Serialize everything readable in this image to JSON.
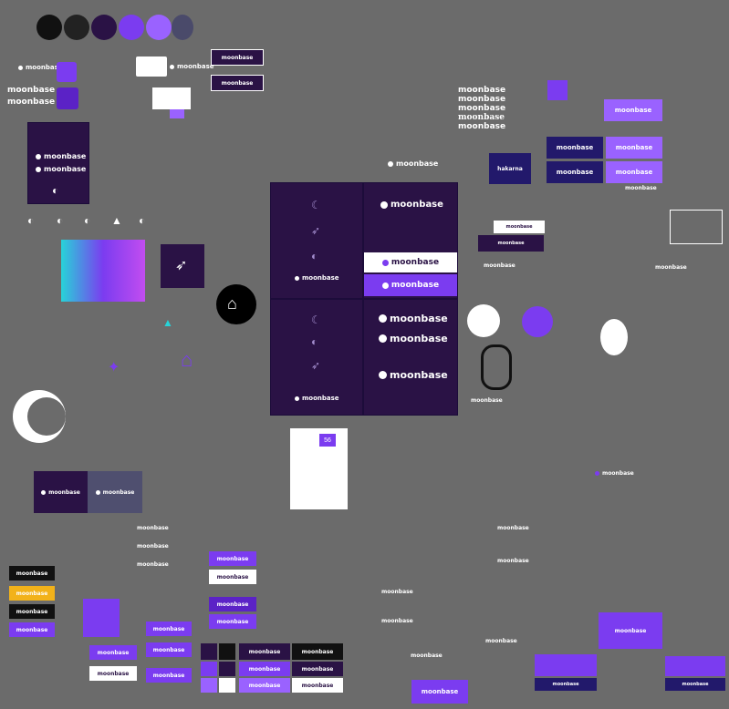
{
  "canvas": {
    "background": "#6b6b6b"
  },
  "brand": {
    "name": "moonbase",
    "alt_name": "hakarna",
    "badge_text": "56",
    "colors": {
      "deep_purple": "#2a1245",
      "violet": "#7b3cf0",
      "light_violet": "#9a62ff",
      "navy": "#22196b",
      "yellow": "#f2b21a",
      "black": "#111111",
      "white": "#ffffff",
      "cyan": "#27d3d8",
      "magenta": "#c24df0"
    }
  },
  "icons": {
    "mark": "moonbase-crescent-rocket-icon",
    "rocket": "rocket-icon",
    "moon": "crescent-moon-icon",
    "sparkle": "sparkle-icon",
    "house": "house-icon"
  },
  "wordmarks": {
    "stacked": [
      "moonbase",
      "moonbase",
      "moonbase",
      "moonbase",
      "moonbase"
    ]
  }
}
